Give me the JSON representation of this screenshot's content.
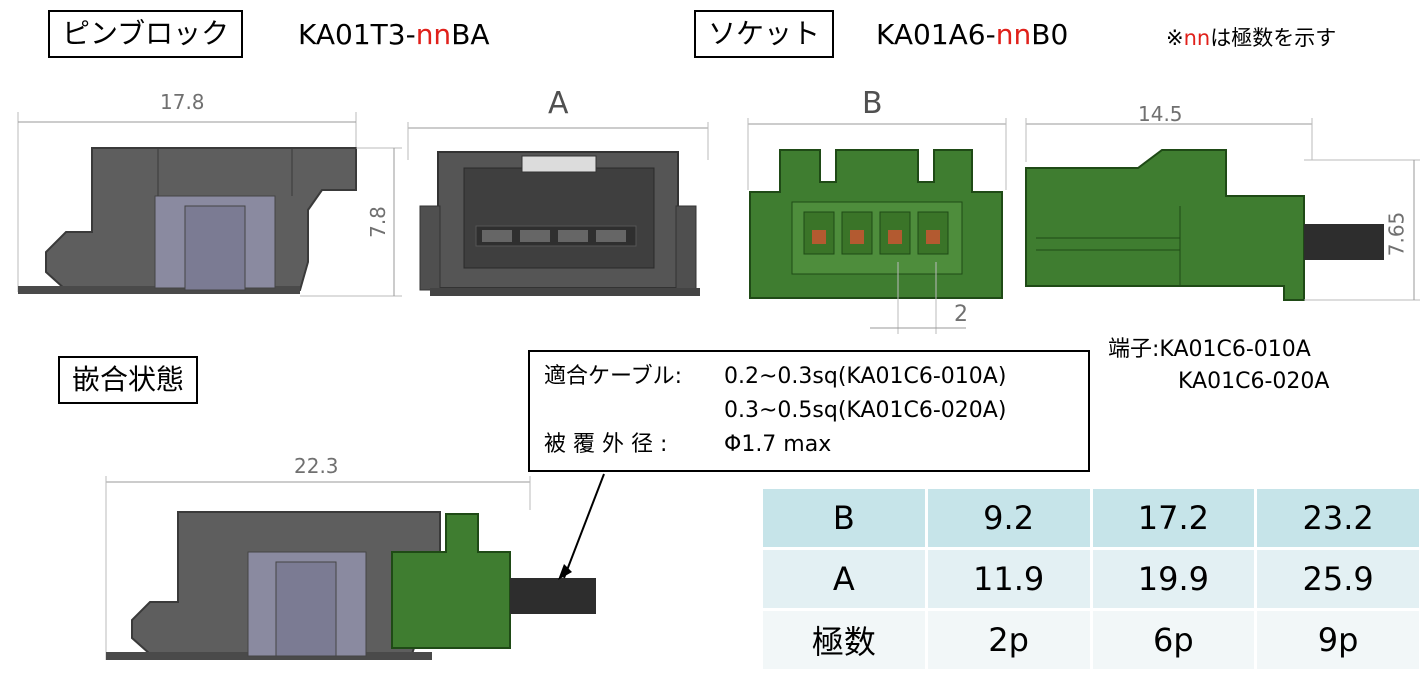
{
  "header": {
    "pin_block_label": "ピンブロック",
    "pin_block_part_prefix": "KA01T3-",
    "pin_block_part_nn": "nn",
    "pin_block_part_suffix": "BA",
    "socket_label": "ソケット",
    "socket_part_prefix": "KA01A6-",
    "socket_part_nn": "nn",
    "socket_part_suffix": "B0",
    "note_prefix": "※",
    "note_nn": "nn",
    "note_suffix": "は極数を示す"
  },
  "dimensions": {
    "pin_block_width": "17.8",
    "pin_block_height": "7.8",
    "pin_block_front_label": "A",
    "socket_front_label": "B",
    "socket_pitch": "2",
    "socket_length": "14.5",
    "socket_height": "7.65",
    "mated_length": "22.3"
  },
  "terminal": {
    "label": "端子:",
    "part1": "KA01C6-010A",
    "part2": "KA01C6-020A"
  },
  "mated": {
    "label": "嵌合状態"
  },
  "cable_spec": {
    "row1_label": "適合ケーブル:",
    "row1_value": "0.2~0.3sq(KA01C6-010A)",
    "row2_value": "0.3~0.5sq(KA01C6-020A)",
    "row3_label": "被 覆 外 径  :",
    "row3_value": "Φ1.7 max"
  },
  "table": {
    "rows": [
      {
        "label": "B",
        "values": [
          "9.2",
          "17.2",
          "23.2"
        ]
      },
      {
        "label": "A",
        "values": [
          "11.9",
          "19.9",
          "25.9"
        ]
      },
      {
        "label": "極数",
        "values": [
          "2p",
          "6p",
          "9p"
        ]
      }
    ]
  },
  "colors": {
    "pin_block_gray": "#5d5d5d",
    "socket_green": "#3d7a2e",
    "part_highlight_red": "#e0201a",
    "table_header_bg": "#c6e4e9"
  }
}
